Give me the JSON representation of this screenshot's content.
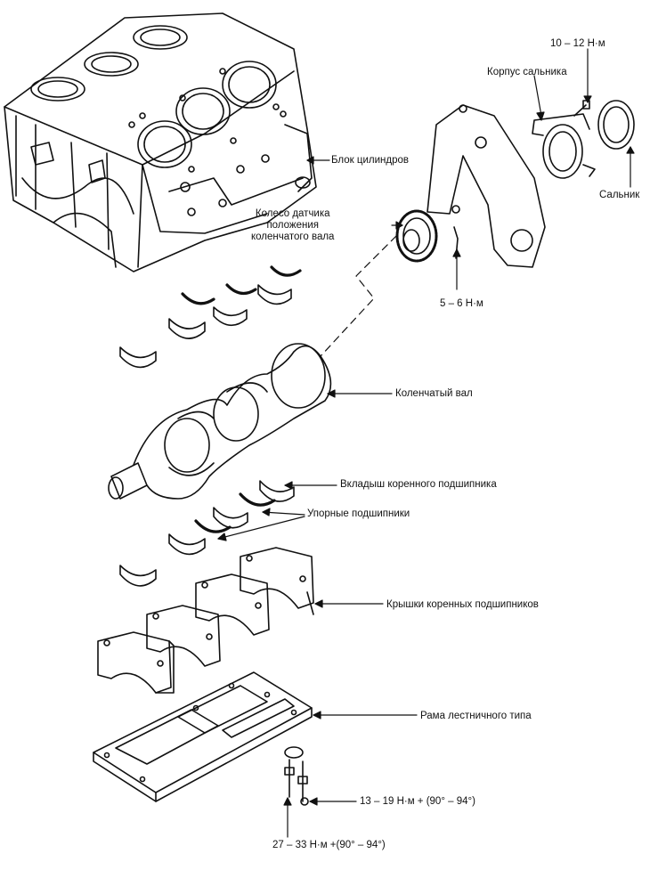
{
  "labels": {
    "block": "Блок цилиндров",
    "seal_housing_torque": "10 – 12 Н·м",
    "seal_housing": "Корпус сальника",
    "seal": "Сальник",
    "sensor_wheel": "Колесо датчика\nположения\nколенчатого вала",
    "sensor_torque": "5 – 6 Н·м",
    "crankshaft": "Коленчатый вал",
    "main_bearing_shell": "Вкладыш коренного подшипника",
    "thrust_bearings": "Упорные подшипники",
    "main_caps": "Крышки коренных подшипников",
    "ladder_frame": "Рама лестничного типа",
    "bolt_torque_1": "13 – 19 Н·м + (90° – 94°)",
    "bolt_torque_2": "27 – 33 Н·м +(90° – 94°)"
  },
  "colors": {
    "ink": "#111111",
    "paper": "#ffffff"
  }
}
